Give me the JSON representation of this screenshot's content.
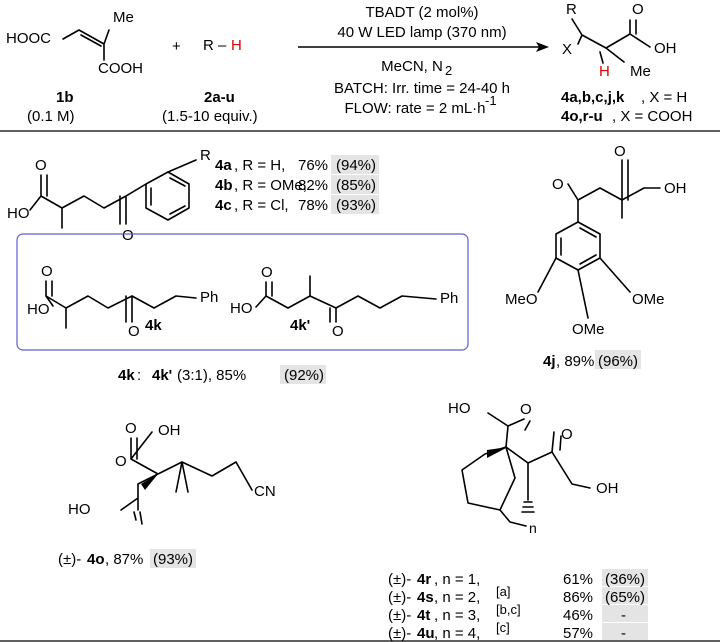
{
  "scheme": {
    "reactant_1b": {
      "label": "1b",
      "conc": "(0.1 M)",
      "groups": [
        "HOOC",
        "Me",
        "COOH"
      ]
    },
    "plus": "+",
    "reactant_2": {
      "formula_r": "R",
      "formula_dash": "–",
      "formula_h": "H",
      "label": "2a-u",
      "equiv": "(1.5-10 equiv.)"
    },
    "conditions_above": [
      "TBADT (2 mol%)",
      "40 W LED lamp (370 nm)"
    ],
    "conditions_below": [
      "MeCN, N",
      "BATCH: Irr. time = 24-40 h",
      "FLOW: rate = 2 mL·h"
    ],
    "n2_subscript": "2",
    "flow_superscript": "-1",
    "product": {
      "groups": [
        "R",
        "O",
        "OH",
        "X",
        "H",
        "Me"
      ],
      "label1_bold": "4a,b,c,j,k",
      "label1_rest": ", X = H",
      "label2_bold": "4o,r-u",
      "label2_rest": ", X = COOH"
    }
  },
  "entries": {
    "4abc": {
      "atoms": [
        "O",
        "HO",
        "O",
        "R"
      ],
      "rows": [
        {
          "id": "4a",
          "text": ", R = H,",
          "yield": "76%",
          "flow": "(94%)"
        },
        {
          "id": "4b",
          "text": ", R = OMe,",
          "yield": "82%",
          "flow": "(85%)"
        },
        {
          "id": "4c",
          "text": ", R = Cl,",
          "yield": "78%",
          "flow": "(93%)"
        }
      ]
    },
    "4k_box": {
      "k_atoms": [
        "O",
        "HO",
        "O",
        "Ph"
      ],
      "k_label": "4k",
      "kp_atoms": [
        "O",
        "HO",
        "O",
        "Ph"
      ],
      "kp_label": "4k'",
      "caption_a": "4k",
      "caption_sep": " : ",
      "caption_b": "4k'",
      "caption_ratio": " (3:1), 85%",
      "caption_flow": "(92%)"
    },
    "4j": {
      "atoms": [
        "O",
        "O",
        "OH",
        "MeO",
        "OMe",
        "OMe"
      ],
      "label": "4j",
      "yield": ", 89%",
      "flow": "(96%)"
    },
    "4o": {
      "atoms": [
        "O",
        "OH",
        "O",
        "HO",
        "CN"
      ],
      "prefix": "(±)-",
      "label": "4o",
      "yield": ", 87%",
      "flow": "(93%)"
    },
    "4rstu": {
      "atoms": [
        "HO",
        "O",
        "O",
        "OH",
        "n"
      ],
      "rows": [
        {
          "prefix": "(±)-",
          "id": "4r",
          "text": ",  n = 1,",
          "note": "",
          "yield": "61%",
          "flow": "(36%)"
        },
        {
          "prefix": "(±)-",
          "id": "4s",
          "text": ",  n = 2,",
          "note": "[a]",
          "yield": "86%",
          "flow": "(65%)"
        },
        {
          "prefix": "(±)-",
          "id": "4t",
          "text": ",  n = 3,",
          "note": "[b,c]",
          "yield": "46%",
          "flow": "-"
        },
        {
          "prefix": "(±)-",
          "id": "4u",
          "text": ",  n = 4,",
          "note": "[c]",
          "yield": "57%",
          "flow": "-"
        }
      ]
    }
  }
}
